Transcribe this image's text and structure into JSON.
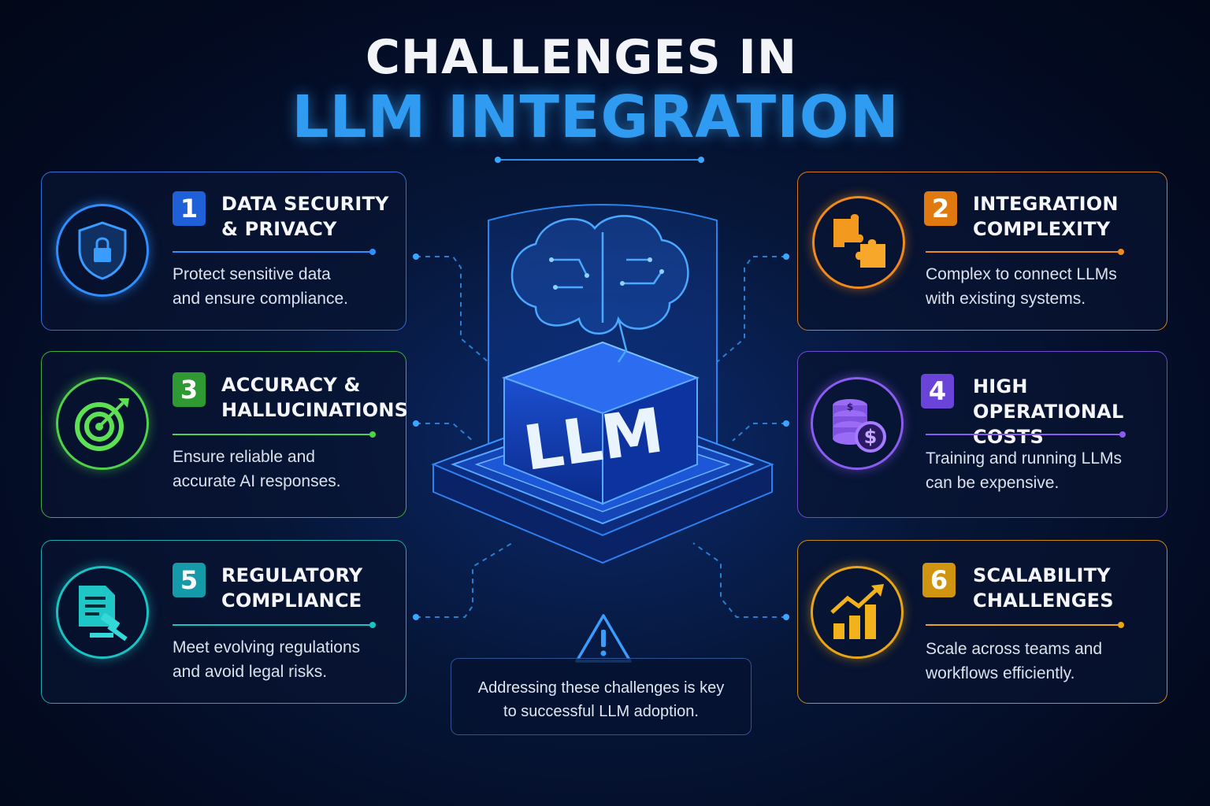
{
  "title": {
    "line1": "CHALLENGES IN",
    "line2": "LLM INTEGRATION"
  },
  "center": {
    "label": "LLM",
    "icon": "brain-circuit-icon"
  },
  "cards": [
    {
      "number": "1",
      "title_line1": "DATA SECURITY",
      "title_line2": "& PRIVACY",
      "desc_line1": "Protect sensitive data",
      "desc_line2": "and ensure compliance.",
      "icon": "shield-lock-icon",
      "color": "#2f8fff"
    },
    {
      "number": "2",
      "title_line1": "INTEGRATION",
      "title_line2": "COMPLEXITY",
      "desc_line1": "Complex to connect LLMs",
      "desc_line2": "with existing systems.",
      "icon": "puzzle-icon",
      "color": "#f08a1c"
    },
    {
      "number": "3",
      "title_line1": "ACCURACY &",
      "title_line2": "HALLUCINATIONS",
      "desc_line1": "Ensure reliable and",
      "desc_line2": "accurate AI responses.",
      "icon": "target-icon",
      "color": "#4fd14a"
    },
    {
      "number": "4",
      "title_line1": "HIGH",
      "title_line2": "OPERATIONAL COSTS",
      "desc_line1": "Training and running LLMs",
      "desc_line2": "can be expensive.",
      "icon": "coins-icon",
      "color": "#8a5cf0"
    },
    {
      "number": "5",
      "title_line1": "REGULATORY",
      "title_line2": "COMPLIANCE",
      "desc_line1": "Meet evolving regulations",
      "desc_line2": "and avoid legal risks.",
      "icon": "document-gavel-icon",
      "color": "#19c3c3"
    },
    {
      "number": "6",
      "title_line1": "SCALABILITY",
      "title_line2": "CHALLENGES",
      "desc_line1": "Scale across teams and",
      "desc_line2": "workflows efficiently.",
      "icon": "growth-chart-icon",
      "color": "#e8a514"
    }
  ],
  "footer": {
    "line1": "Addressing these challenges is key",
    "line2": "to successful LLM adoption.",
    "icon": "warning-icon"
  }
}
